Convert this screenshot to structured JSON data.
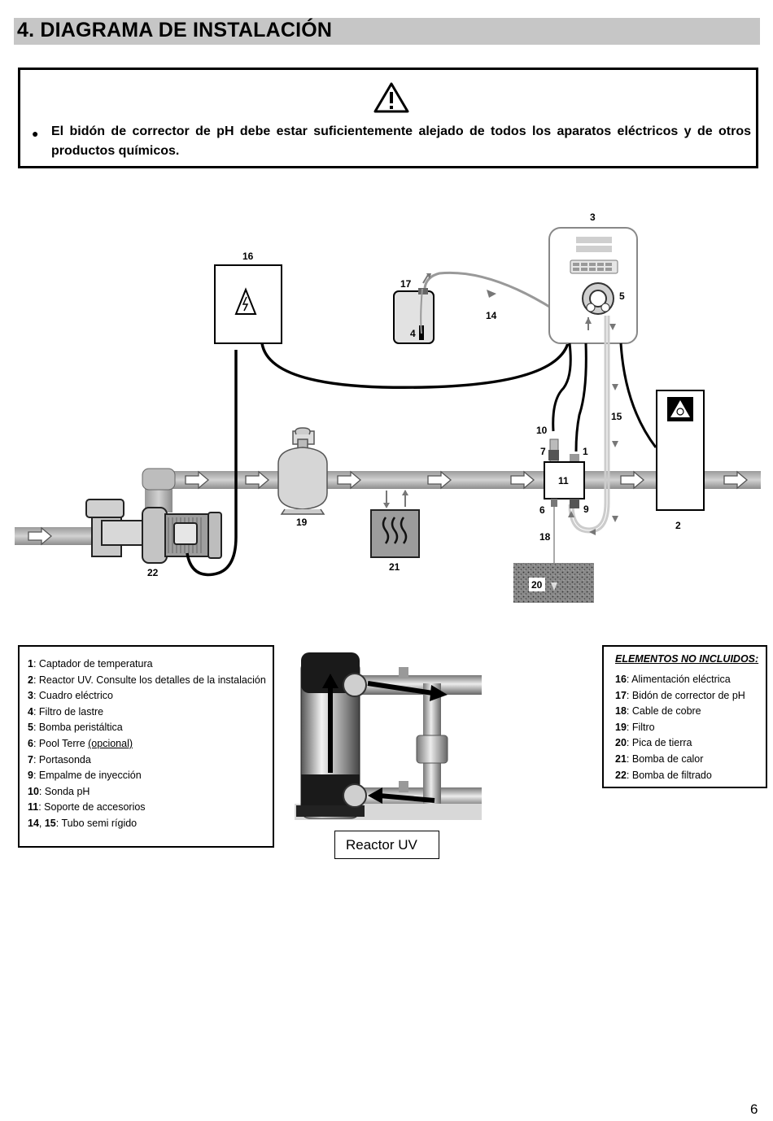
{
  "header": {
    "title": "4.   DIAGRAMA DE INSTALACIÓN"
  },
  "warning": {
    "icon": "warning-triangle-icon",
    "text": "El bidón de corrector de pH debe estar suficientemente alejado de todos los aparatos eléctricos y de otros productos químicos."
  },
  "diagram": {
    "labels": {
      "l1": "1",
      "l2": "2",
      "l3": "3",
      "l4": "4",
      "l5": "5",
      "l6": "6",
      "l7": "7",
      "l9": "9",
      "l10": "10",
      "l11": "11",
      "l14": "14",
      "l15": "15",
      "l16": "16",
      "l17": "17",
      "l18": "18",
      "l19": "19",
      "l20": "20",
      "l21": "21",
      "l22": "22"
    }
  },
  "legend_included": [
    {
      "num": "1",
      "sep": ": ",
      "text": "Captador de temperatura"
    },
    {
      "num": "2",
      "sep": ": ",
      "text": "Reactor UV. Consulte los detalles de la instalación"
    },
    {
      "num": "3",
      "sep": ":  ",
      "text": "Cuadro eléctrico"
    },
    {
      "num": "4",
      "sep": ":  ",
      "text": "Filtro de lastre"
    },
    {
      "num": "5",
      "sep": ":  ",
      "text": "Bomba peristáltica"
    },
    {
      "num": "6",
      "sep": ":  ",
      "text": "Pool Terre ",
      "extra": "(opcional)"
    },
    {
      "num": "7",
      "sep": ":  ",
      "text": "Portasonda"
    },
    {
      "num": "9",
      "sep": ":  ",
      "text": "Empalme de inyección"
    },
    {
      "num": "10",
      "sep": ": ",
      "text": "Sonda pH"
    },
    {
      "num": "11",
      "sep": ": ",
      "text": "Soporte de accesorios"
    },
    {
      "num": "14",
      "sep": ", ",
      "num2": "15",
      "sep2": ": ",
      "text": "Tubo semi rígido"
    }
  ],
  "legend_not_included": {
    "heading": "ELEMENTOS NO INCLUIDOS:",
    "items": [
      {
        "num": "16",
        "sep": ":  ",
        "text": "Alimentación eléctrica"
      },
      {
        "num": "17",
        "sep": ":  ",
        "text": "Bidón de corrector de pH"
      },
      {
        "num": "18",
        "sep": ":  ",
        "text": "Cable de cobre"
      },
      {
        "num": "19",
        "sep": ":  ",
        "text": "Filtro"
      },
      {
        "num": "20",
        "sep": ":  ",
        "text": "Pica de tierra"
      },
      {
        "num": "21",
        "sep": ":  ",
        "text": "Bomba de calor"
      },
      {
        "num": "22",
        "sep": ":  ",
        "text": "Bomba de filtrado"
      }
    ]
  },
  "reactor": {
    "caption": "Reactor UV"
  },
  "page": {
    "number": "6"
  }
}
